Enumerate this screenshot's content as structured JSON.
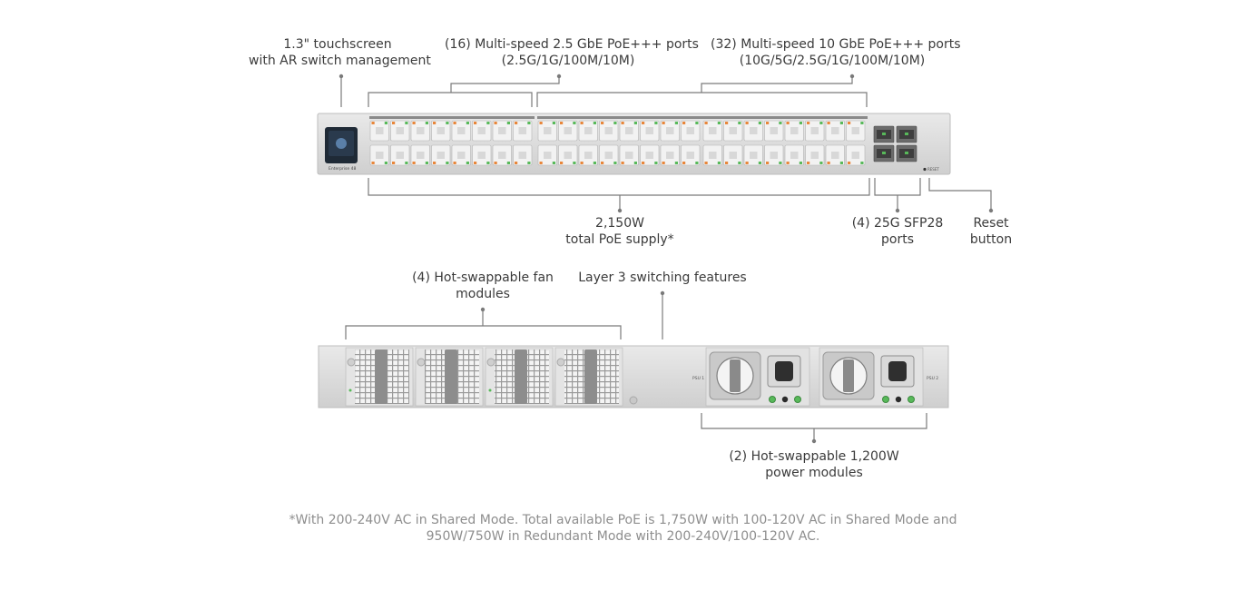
{
  "front_labels": {
    "touchscreen": [
      "1.3\" touchscreen",
      "with AR switch management"
    ],
    "ports_2_5g": [
      "(16) Multi-speed 2.5 GbE PoE+++ ports",
      "(2.5G/1G/100M/10M)"
    ],
    "ports_10g": [
      "(32) Multi-speed 10 GbE PoE+++ ports",
      "(10G/5G/2.5G/1G/100M/10M)"
    ],
    "poe_supply": [
      "2,150W",
      "total PoE supply*"
    ],
    "sfp28": [
      "(4) 25G SFP28",
      "ports"
    ],
    "reset": [
      "Reset",
      "button"
    ]
  },
  "rear_labels": {
    "fans": [
      "(4) Hot-swappable fan",
      "modules"
    ],
    "layer3": [
      "Layer 3 switching features"
    ],
    "power": [
      "(2) Hot-swappable 1,200W",
      "power modules"
    ]
  },
  "device_text": {
    "brand": "Enterprise 48",
    "reset_marking": "RESET",
    "psu1": "PSU 1",
    "psu2": "PSU 2"
  },
  "footnote": [
    "*With 200-240V AC in Shared Mode. Total available PoE is 1,750W with 100-120V AC in Shared Mode and",
    "950W/750W in Redundant Mode with 200-240V/100-120V AC."
  ],
  "colors": {
    "chassis": "#dcdcdc",
    "port": "#f2f2f2",
    "led_orange": "#e8863a",
    "led_green": "#58b95a",
    "leader_line": "#7a7a7a"
  }
}
